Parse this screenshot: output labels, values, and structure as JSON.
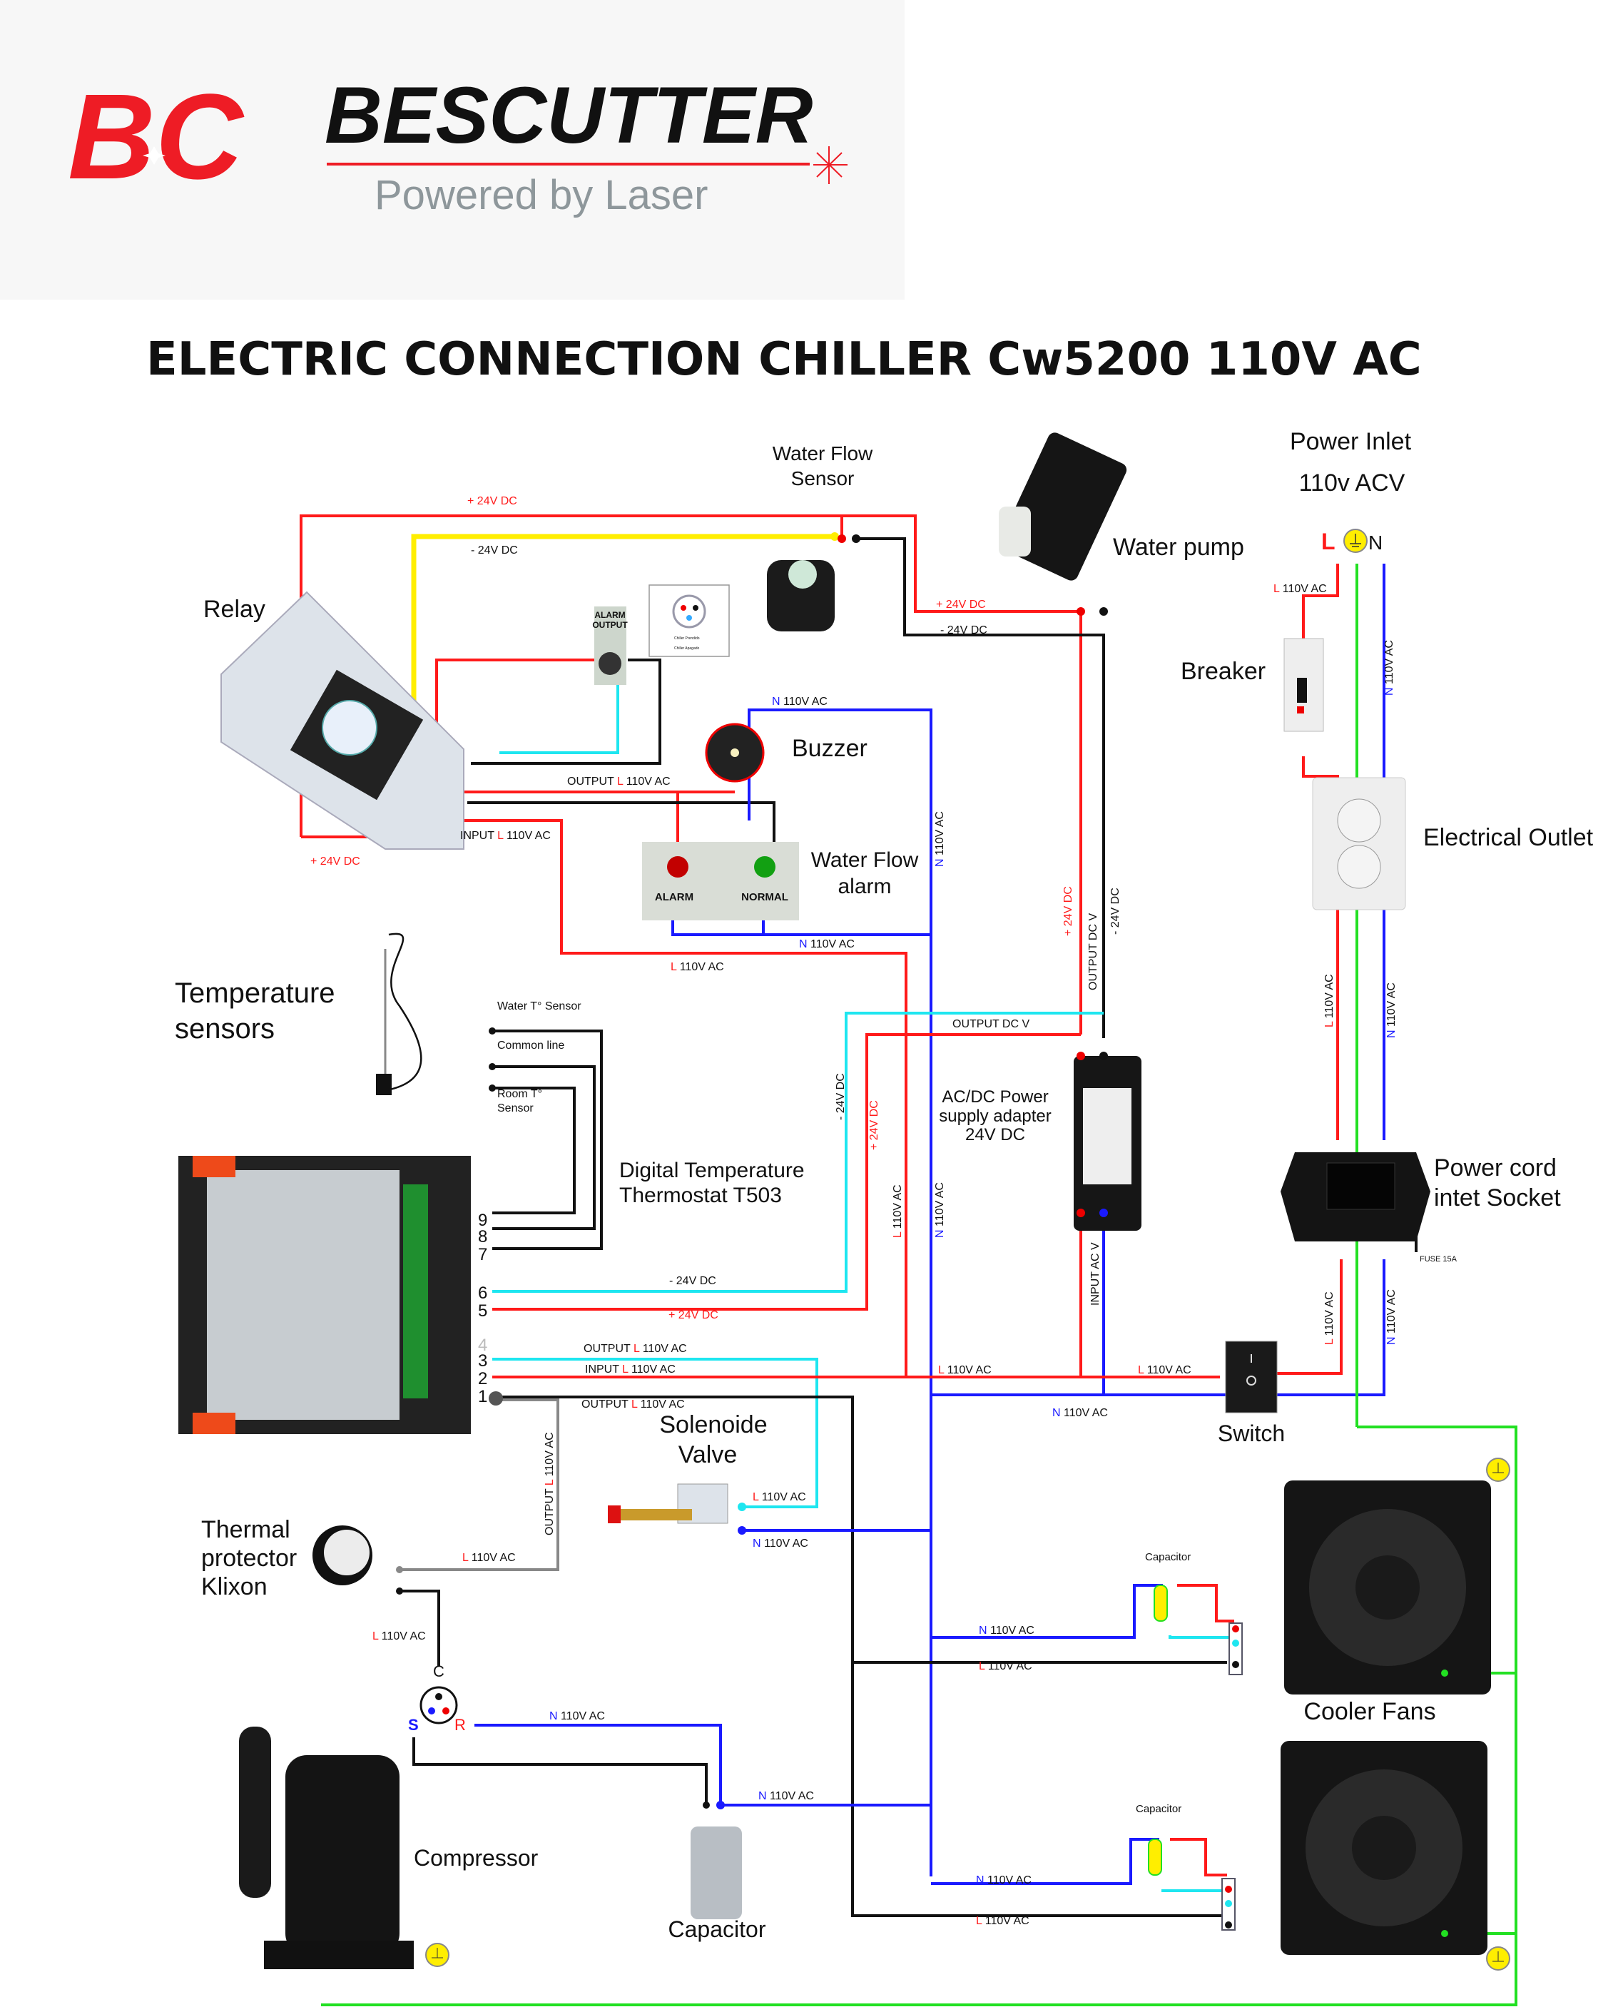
{
  "brand": {
    "logo_mark": "BC",
    "name": "BESCUTTER",
    "tagline": "Powered by Laser",
    "colors": {
      "red": "#ee1c25",
      "black": "#111111",
      "gray": "#8e979b"
    }
  },
  "title": "ELECTRIC CONNECTION CHILLER Cw5200 110V AC",
  "wire_colors": {
    "line": "#ff1a1a",
    "neutral": "#1a1aff",
    "ground": "#22e022",
    "dc_negative": "#111111",
    "signal_cyan": "#1ee6f0",
    "yellow": "#ffee00"
  },
  "components": {
    "relay": "Relay",
    "water_flow_sensor": "Water Flow\nSensor",
    "water_flow_sensor_l1": "Water Flow",
    "water_flow_sensor_l2": "Sensor",
    "water_pump": "Water pump",
    "power_inlet_l1": "Power Inlet",
    "power_inlet_l2": "110v ACV",
    "breaker": "Breaker",
    "buzzer": "Buzzer",
    "electrical_outlet": "Electrical Outlet",
    "water_flow_alarm_l1": "Water Flow",
    "water_flow_alarm_l2": "alarm",
    "temp_sensors_l1": "Temperature",
    "temp_sensors_l2": "sensors",
    "thermostat_l1": "Digital Temperature",
    "thermostat_l2": "Thermostat T503",
    "adapter_l1": "AC/DC Power",
    "adapter_l2": "supply adapter",
    "adapter_l3": "24V DC",
    "power_cord_l1": "Power cord",
    "power_cord_l2": "intet Socket",
    "switch": "Switch",
    "solenoid_l1": "Solenoide",
    "solenoid_l2": "Valve",
    "klixon_l1": "Thermal",
    "klixon_l2": "protector",
    "klixon_l3": "Klixon",
    "cooler_fans": "Cooler Fans",
    "compressor": "Compressor",
    "capacitor": "Capacitor",
    "fan_capacitor": "Capacitor"
  },
  "alarm_output": {
    "title_l1": "ALARM",
    "title_l2": "OUTPUT",
    "legend": [
      "Chiller Prendido",
      "Chiller Apagado"
    ]
  },
  "alarm_lamps": {
    "alarm": "ALARM",
    "normal": "NORMAL"
  },
  "power_inlet_terminals": {
    "l": "L",
    "n": "N"
  },
  "sensor_lines": {
    "water": "Water T° Sensor",
    "common": "Common line",
    "room_l1": "Room T°",
    "room_l2": "Sensor"
  },
  "thermostat_terminals": [
    "9",
    "8",
    "7",
    "6",
    "5",
    "4",
    "3",
    "2",
    "1"
  ],
  "compressor_terminals": {
    "c": "C",
    "s": "S",
    "r": "R"
  },
  "fuse_label": "FUSE 15A",
  "wire_labels": {
    "plus24_top": {
      "sign": "+",
      "text": "24V DC"
    },
    "minus24_top": "- 24V DC",
    "plus24_relay": {
      "sign": "+",
      "text": "24V DC"
    },
    "plus24_pump": {
      "sign": "+",
      "text": "24V DC"
    },
    "minus24_pump": "- 24V DC",
    "n110_buzzer": {
      "tag": "N",
      "text": "110V AC"
    },
    "l110_breaker": {
      "tag": "L",
      "text": "110V AC"
    },
    "n110_breaker_vert": {
      "tag": "N",
      "text": "110V AC"
    },
    "output_l_relay": {
      "pre": "OUTPUT",
      "tag": "L",
      "text": "110V AC"
    },
    "input_l_relay": {
      "pre": "INPUT",
      "tag": "L",
      "text": "110V AC"
    },
    "n110_alarm": {
      "tag": "N",
      "text": "110V AC"
    },
    "l110_alarm": {
      "tag": "L",
      "text": "110V AC"
    },
    "n110_vert_main": {
      "tag": "N",
      "text": "110V AC"
    },
    "plus24_vert_adapter": "+ 24V DC",
    "output_dc_vert": "OUTPUT DC V",
    "minus24_vert_adapter": "- 24V DC",
    "output_dc_horiz": "OUTPUT DC V",
    "minus24_vert_thermo": "- 24V DC",
    "plus24_vert_thermo": "+ 24V DC",
    "l110_vert_main": {
      "tag": "L",
      "text": "110V AC"
    },
    "n110_vert_main2": {
      "tag": "N",
      "text": "110V AC"
    },
    "l110_outlet_vert": {
      "tag": "L",
      "text": "110V AC"
    },
    "n110_outlet_vert": {
      "tag": "N",
      "text": "110V AC"
    },
    "minus24_t6": "- 24V DC",
    "plus24_t5": {
      "sign": "+",
      "text": "24V DC"
    },
    "input_ac_vert": "INPUT AC V",
    "l110_switch_in": {
      "tag": "L",
      "text": "110V AC"
    },
    "l110_switch_out": {
      "tag": "L",
      "text": "110V AC"
    },
    "n110_switch": {
      "tag": "N",
      "text": "110V AC"
    },
    "l110_socket_vert": {
      "tag": "L",
      "text": "110V AC"
    },
    "n110_socket_vert": {
      "tag": "N",
      "text": "110V AC"
    },
    "output_l_t3": {
      "pre": "OUTPUT",
      "tag": "L",
      "text": "110V AC"
    },
    "input_l_t2": {
      "pre": "INPUT",
      "tag": "L",
      "text": "110V AC"
    },
    "output_l_t1": {
      "pre": "OUTPUT",
      "tag": "L",
      "text": "110V AC"
    },
    "output_l_vert_klixon": {
      "pre": "OUTPUT",
      "tag": "L",
      "text": "110V AC"
    },
    "l110_solenoid": {
      "tag": "L",
      "text": "110V AC"
    },
    "n110_solenoid": {
      "tag": "N",
      "text": "110V AC"
    },
    "l110_klixon": {
      "tag": "L",
      "text": "110V AC"
    },
    "l110_klixon_c": {
      "tag": "L",
      "text": "110V AC"
    },
    "n110_compressor_r": {
      "tag": "N",
      "text": "110V AC"
    },
    "n110_capacitor": {
      "tag": "N",
      "text": "110V AC"
    },
    "n110_fan1": {
      "tag": "N",
      "text": "110V AC"
    },
    "l110_fan1": {
      "tag": "L",
      "text": "110V AC"
    },
    "n110_fan2": {
      "tag": "N",
      "text": "110V AC"
    },
    "l110_fan2": {
      "tag": "L",
      "text": "110V AC"
    }
  }
}
